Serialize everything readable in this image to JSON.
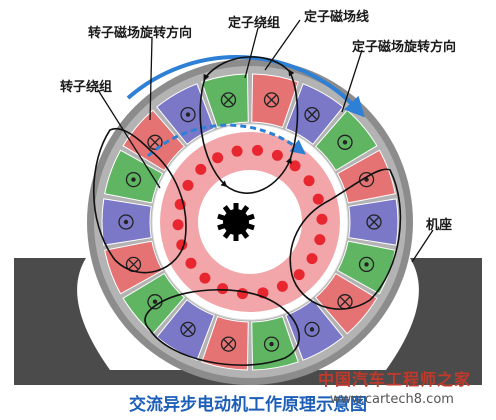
{
  "labels": {
    "rotor_field_rotation": "转子磁场旋转方向",
    "stator_winding": "定子绕组",
    "stator_field_line": "定子磁场线",
    "stator_field_rotation": "定子磁场旋转方向",
    "rotor_winding": "转子绕组",
    "base": "机座"
  },
  "caption": "交流异步电动机工作原理示意图",
  "watermark": {
    "name": "中国汽车工程师之家",
    "url": "www.cartech8.com"
  },
  "colors": {
    "segment_red": "#e57373",
    "segment_blue": "#7b78c8",
    "segment_green": "#5fb562",
    "rotor_pink": "#f3a6aa",
    "conductor_red": "#e8262f",
    "housing_gray": "#8c8c8c",
    "base_dark": "#4b4b4b",
    "arrow_blue": "#2e7fd6"
  }
}
